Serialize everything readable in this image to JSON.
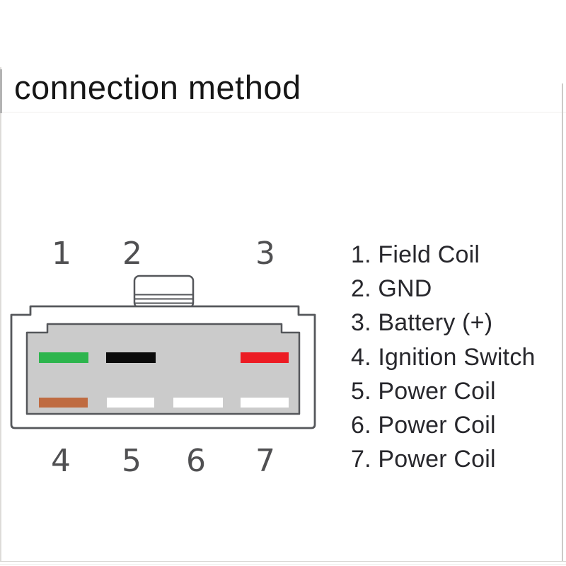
{
  "title": "connection method",
  "colors": {
    "outline": "#55575b",
    "housing_fill": "#cbcbcb",
    "shell_fill": "#ffffff",
    "tab_fill": "#ffffff"
  },
  "connector": {
    "top_pins": [
      {
        "num": "1",
        "color": "#2db54d",
        "color_name": "green"
      },
      {
        "num": "2",
        "color": "#0b0b0b",
        "color_name": "black"
      },
      {
        "num": "3",
        "color": "#ec1c24",
        "color_name": "red"
      }
    ],
    "bottom_pins": [
      {
        "num": "4",
        "color": "#bf6b41",
        "color_name": "brown"
      },
      {
        "num": "5",
        "color": "#ffffff",
        "color_name": "white"
      },
      {
        "num": "6",
        "color": "#ffffff",
        "color_name": "white"
      },
      {
        "num": "7",
        "color": "#ffffff",
        "color_name": "white"
      }
    ]
  },
  "legend": {
    "items": [
      "1. Field Coil",
      "2. GND",
      "3. Battery (+)",
      "4. Ignition Switch",
      "5. Power Coil",
      "6. Power Coil",
      "7. Power Coil"
    ]
  }
}
